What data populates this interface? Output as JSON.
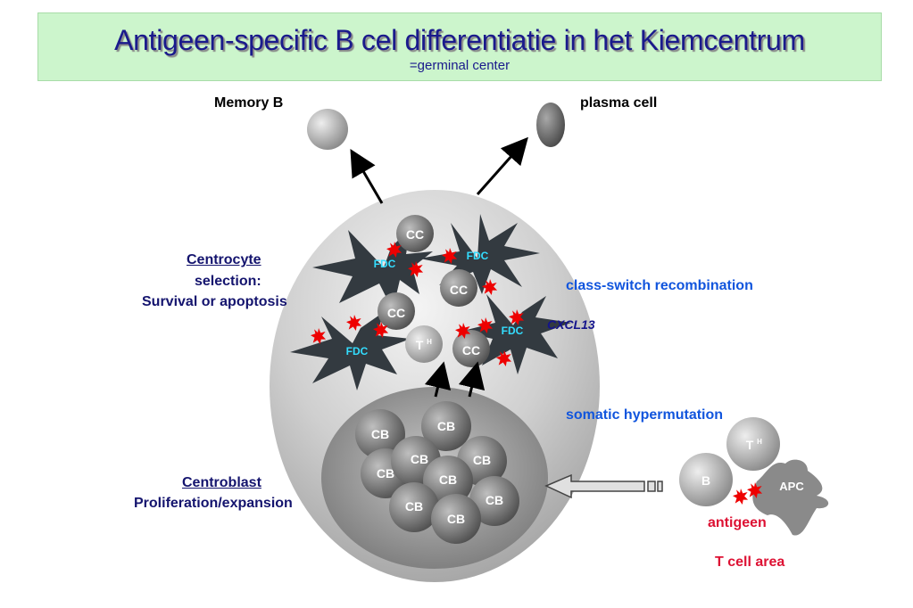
{
  "title": "Antigeen-specific B cel differentiatie in het Kiemcentrum",
  "subtitle": "=germinal center",
  "labels": {
    "memory_b": "Memory  B",
    "plasma_cell": "plasma cell",
    "centrocyte_heading": "Centrocyte",
    "centrocyte_line2": "selection:",
    "centrocyte_line3": "Survival or apoptosis",
    "centroblast_heading": "Centroblast",
    "centroblast_line2": "Proliferation/expansion",
    "class_switch": "class-switch recombination",
    "cxcl13": "CXCL13",
    "somatic": "somatic hypermutation",
    "antigen": "antigeen",
    "t_cell_area": "T cell area"
  },
  "cells": {
    "cc": "CC",
    "fdc": "FDC",
    "cb": "CB",
    "th": "T",
    "th_sup": "H",
    "b": "B",
    "apc": "APC"
  },
  "colors": {
    "title_bg": "#ccf5cc",
    "navy_text": "#14146e",
    "blue_text": "#1155dd",
    "red_text": "#dd1133",
    "fdc_text": "#33ddff",
    "antigen_dot": "#ee0000"
  }
}
